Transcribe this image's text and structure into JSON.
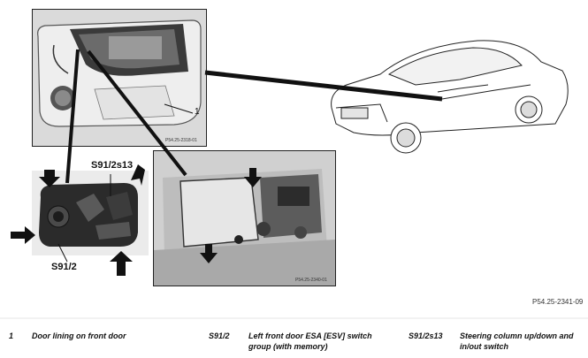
{
  "callouts": {
    "door_lining": "1",
    "switch_group": "S91/2",
    "steering_switch": "S91/2s13"
  },
  "photo_refs": {
    "door": "P54.25-2318-01",
    "lining": "P54.25-2340-01"
  },
  "figure_id": "P54.25-2341-09",
  "legend": [
    {
      "code": "1",
      "text": "Door lining on front door"
    },
    {
      "code": "S91/2",
      "text": "Left front door ESA [ESV] switch group (with memory)"
    },
    {
      "code": "S91/2s13",
      "text": "Steering column up/down and in/out switch"
    }
  ],
  "colors": {
    "line": "#111111",
    "photo_bg": "#d8d8d8"
  }
}
